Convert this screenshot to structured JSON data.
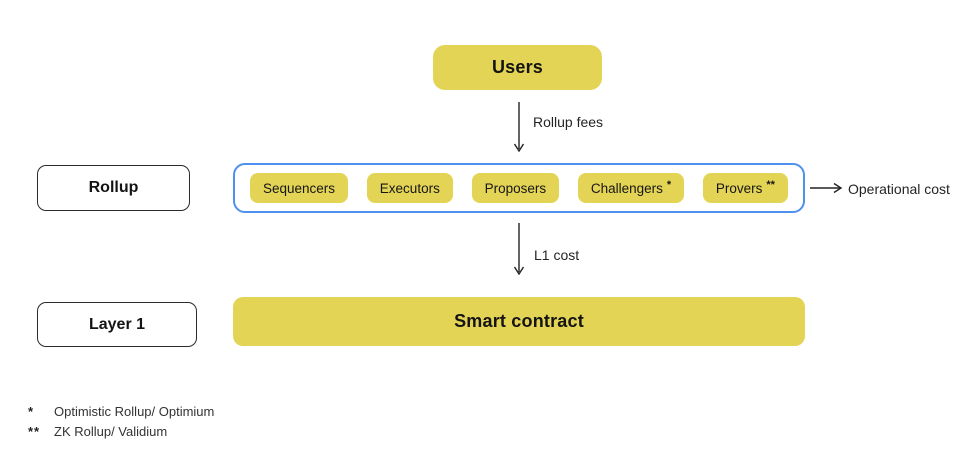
{
  "diagram": {
    "title_node": {
      "users_label": "Users"
    },
    "edges": {
      "rollup_fees_label": "Rollup fees",
      "l1_cost_label": "L1 cost",
      "operational_cost_label": "Operational cost"
    },
    "rows": {
      "rollup_label": "Rollup",
      "layer1_label": "Layer 1",
      "smart_contract_label": "Smart contract"
    },
    "actors": [
      {
        "label": "Sequencers",
        "sup": ""
      },
      {
        "label": "Executors",
        "sup": ""
      },
      {
        "label": "Proposers",
        "sup": ""
      },
      {
        "label": "Challengers",
        "sup": "*"
      },
      {
        "label": "Provers",
        "sup": "**"
      }
    ],
    "footnotes": [
      {
        "marker": "*",
        "text": "Optimistic Rollup/ Optimium"
      },
      {
        "marker": "**",
        "text": "ZK Rollup/ Validium"
      }
    ],
    "colors": {
      "node_yellow": "#e3d455",
      "container_blue_border": "#4d90f0",
      "text": "#141414"
    }
  }
}
